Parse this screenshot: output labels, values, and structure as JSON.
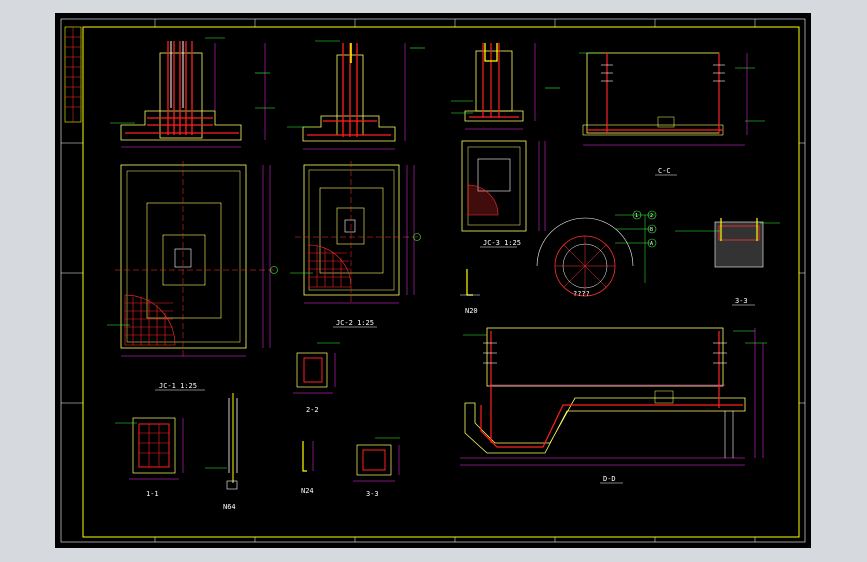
{
  "colors": {
    "background": "#000000",
    "frame": "#ffff00",
    "rebar": "#ff2020",
    "outline": "#ffff66",
    "dimension": "#ff33ff",
    "leader": "#33ff33",
    "center": "#ff3030",
    "text": "#ffffff",
    "hatch": "#ff3030"
  },
  "labels": {
    "jc1": "JC-1 1:25",
    "jc2": "JC-2 1:25",
    "jc3": "JC-3 1:25",
    "section_cc": "C-C",
    "section_dd": "D-D",
    "section_11": "1-1",
    "section_22": "2-2",
    "section_33a": "3-3",
    "section_33b": "3-3",
    "n20": "N20",
    "n24": "N24",
    "n64": "N64",
    "circ": "????",
    "axis_2": "2",
    "axis_b": "B",
    "axis_a": "A",
    "axis_1": "1"
  }
}
